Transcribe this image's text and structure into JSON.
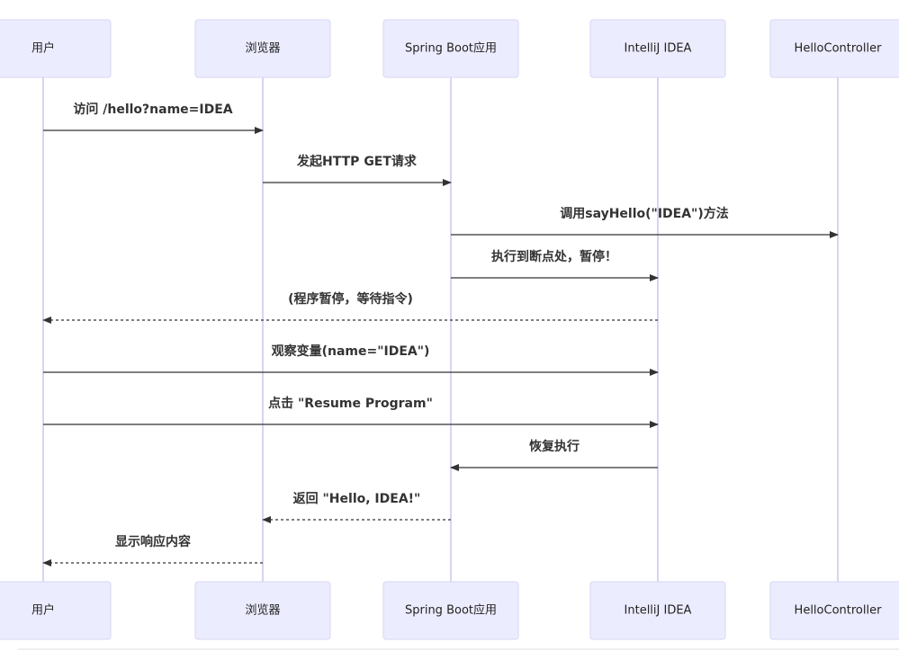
{
  "diagram": {
    "type": "sequence",
    "participants": [
      {
        "id": "user",
        "label": "用户"
      },
      {
        "id": "browser",
        "label": "浏览器"
      },
      {
        "id": "spring",
        "label": "Spring Boot应用"
      },
      {
        "id": "idea",
        "label": "IntelliJ IDEA"
      },
      {
        "id": "controller",
        "label": "HelloController"
      }
    ],
    "messages": [
      {
        "from": "user",
        "to": "browser",
        "label": "访问 /hello?name=IDEA",
        "style": "solid"
      },
      {
        "from": "browser",
        "to": "spring",
        "label": "发起HTTP GET请求",
        "style": "solid"
      },
      {
        "from": "spring",
        "to": "controller",
        "label": "调用sayHello(\"IDEA\")方法",
        "style": "solid"
      },
      {
        "from": "spring",
        "to": "idea",
        "label": "执行到断点处，暂停！",
        "style": "solid"
      },
      {
        "from": "idea",
        "to": "user",
        "label": "(程序暂停，等待指令)",
        "style": "dotted"
      },
      {
        "from": "user",
        "to": "idea",
        "label": "观察变量(name=\"IDEA\")",
        "style": "solid"
      },
      {
        "from": "user",
        "to": "idea",
        "label": "点击 \"Resume Program\"",
        "style": "solid"
      },
      {
        "from": "idea",
        "to": "spring",
        "label": "恢复执行",
        "style": "solid"
      },
      {
        "from": "spring",
        "to": "browser",
        "label": "返回 \"Hello, IDEA!\"",
        "style": "dotted"
      },
      {
        "from": "browser",
        "to": "user",
        "label": "显示响应内容",
        "style": "dotted"
      }
    ]
  },
  "colors": {
    "actor_fill": "#ECECFF",
    "actor_border": "#D6D6F5",
    "lifeline": "#C9C9EE",
    "arrow": "#333333"
  }
}
